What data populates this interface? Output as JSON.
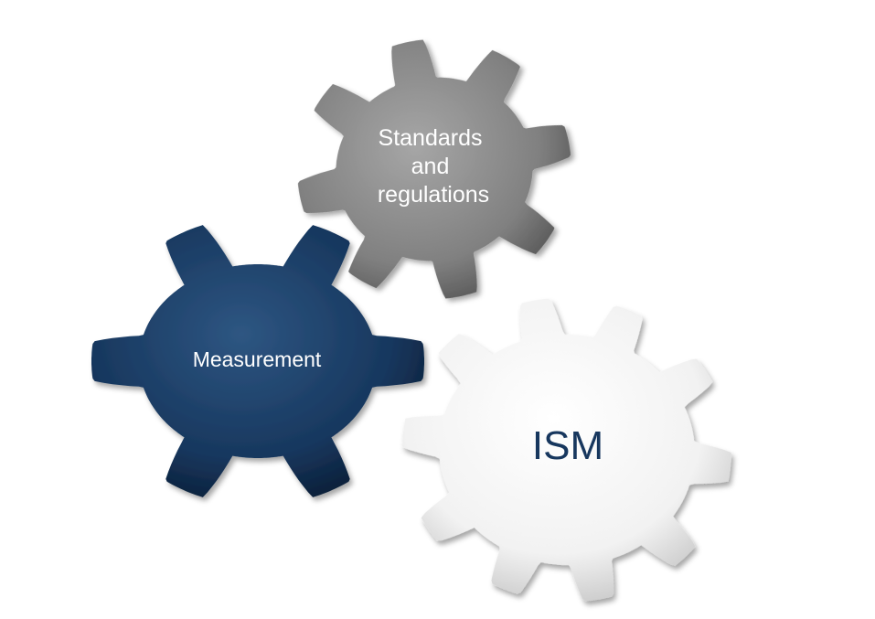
{
  "gears": [
    {
      "id": "standards",
      "label_lines": [
        "Standards",
        "and",
        "regulations"
      ],
      "fill": "#808080",
      "fill_light": "#a6a6a6",
      "fill_dark": "#555555",
      "text_color": "#ffffff"
    },
    {
      "id": "measurement",
      "label_lines": [
        "Measurement"
      ],
      "fill": "#17375e",
      "fill_light": "#2e5682",
      "fill_dark": "#0b1f38",
      "text_color": "#ffffff"
    },
    {
      "id": "ism",
      "label_lines": [
        "ISM"
      ],
      "fill": "#f2f2f2",
      "fill_light": "#ffffff",
      "fill_dark": "#c8c8c8",
      "text_color": "#17375e"
    }
  ]
}
